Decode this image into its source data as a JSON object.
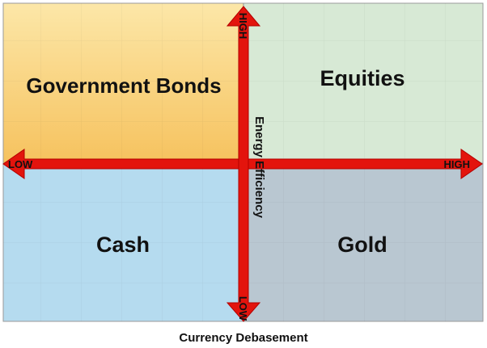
{
  "quadrants": {
    "top_left": {
      "label": "Government Bonds",
      "color_top": "#fce7a8",
      "color_bottom": "#f6c25e"
    },
    "top_right": {
      "label": "Equities",
      "color": "#d7e9d5"
    },
    "bottom_left": {
      "label": "Cash",
      "color": "#b5dbef"
    },
    "bottom_right": {
      "label": "Gold",
      "color": "#b9c7d1"
    }
  },
  "axes": {
    "horizontal": {
      "low_label": "LOW",
      "high_label": "HIGH",
      "title": "Currency Debasement"
    },
    "vertical": {
      "low_label": "LOW",
      "high_label": "HIGH",
      "title": "Energy Efficiency"
    },
    "arrow_color": "#e3140d",
    "arrow_outline": "#b30000"
  }
}
